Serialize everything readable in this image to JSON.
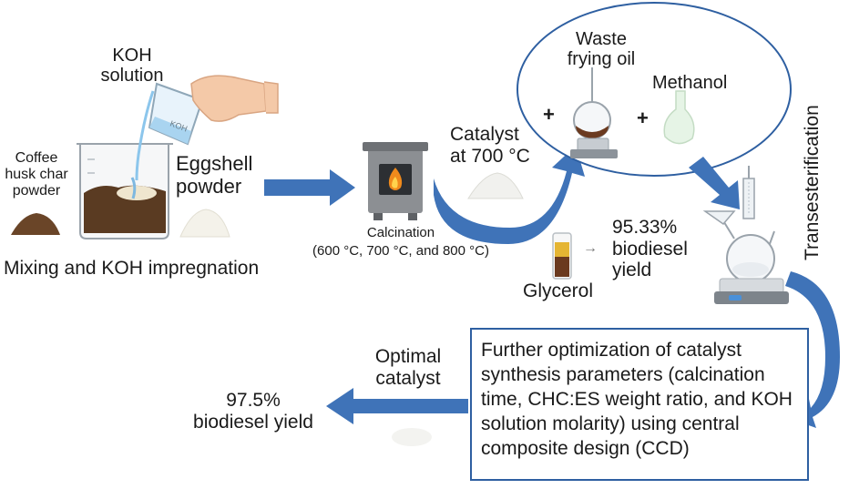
{
  "step1": {
    "koh_line1": "KOH",
    "koh_line2": "solution",
    "coffee_line1": "Coffee",
    "coffee_line2": "husk char",
    "coffee_line3": "powder",
    "eggshell_line1": "Eggshell",
    "eggshell_line2": "powder",
    "caption": "Mixing and KOH impregnation",
    "beaker_text": "KOH"
  },
  "step2": {
    "title": "Calcination",
    "temps": "(600 °C, 700 °C, and 800 °C)"
  },
  "step3": {
    "catalyst_line1": "Catalyst",
    "catalyst_line2": "at 700 °C"
  },
  "step4": {
    "oil_line1": "Waste",
    "oil_line2": "frying oil",
    "methanol": "Methanol",
    "plus": "+",
    "process": "Transesterification"
  },
  "step5": {
    "yield_value": "95.33%",
    "yield_line2": "biodiesel",
    "yield_line3": "yield",
    "glycerol": "Glycerol",
    "small_arrow": "→"
  },
  "step6": {
    "box_text": "Further optimization of catalyst synthesis parameters (calcination time, CHC:ES weight ratio, and KOH solution molarity) using central composite design (CCD)"
  },
  "step7": {
    "optimal_line1": "Optimal",
    "optimal_line2": "catalyst",
    "final_value": "97.5%",
    "final_line2": "biodiesel yield"
  },
  "colors": {
    "arrow_blue": "#3f73b8",
    "box_border": "#2e5fa1",
    "soil_brown": "#5a3b22",
    "oil_brown": "#6b3a1f",
    "flame": "#f08a1c"
  },
  "icons": [
    "hand-pouring-beaker-icon",
    "mixing-beaker-icon",
    "furnace-icon",
    "powder-pile-icon",
    "round-flask-hotplate-icon",
    "methanol-flask-icon",
    "separation-vial-icon",
    "reflux-apparatus-icon"
  ]
}
